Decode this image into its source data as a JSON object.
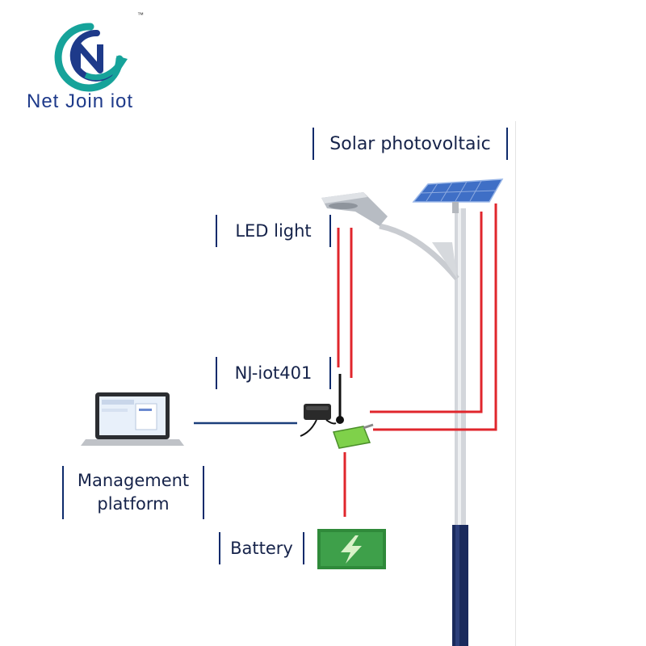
{
  "brand": {
    "name": "Net Join iot",
    "tm": "™",
    "colors": {
      "navy": "#1e3a8a",
      "teal": "#16a39a"
    }
  },
  "labels": {
    "solar": "Solar photovoltaic",
    "led": "LED light",
    "device": "NJ-iot401",
    "platform": "Management\nplatform",
    "battery": "Battery"
  },
  "colors": {
    "wire": "#e0262c",
    "signal": "#1b3f7a",
    "label_border": "#0d2a6b",
    "pole": "#c8ccd2",
    "pole_base": "#1a2a5c",
    "battery": "#2f8a3a"
  },
  "icons": [
    "laptop-icon",
    "battery-icon",
    "solar-panel-icon",
    "street-lamp-icon",
    "controller-icon",
    "antenna-icon"
  ]
}
